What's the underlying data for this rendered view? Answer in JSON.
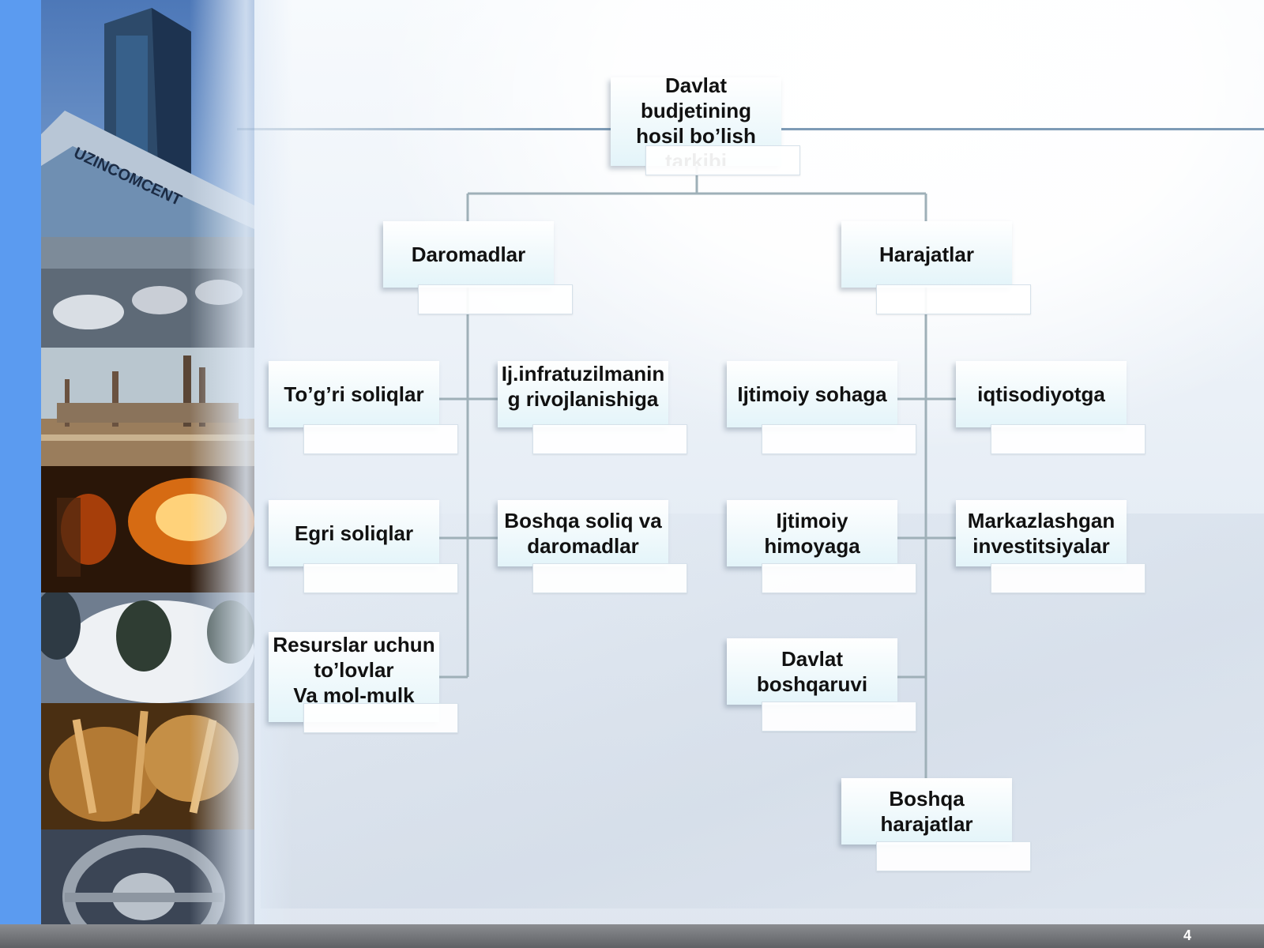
{
  "slide": {
    "page_number": "4",
    "photos": [
      {
        "icon": "office-tower-photo",
        "caption": "UZINCOMCENT"
      },
      {
        "icon": "oil-refinery-photo"
      },
      {
        "icon": "steel-furnace-photo"
      },
      {
        "icon": "cotton-photo"
      },
      {
        "icon": "wheat-photo"
      },
      {
        "icon": "steering-wheel-photo"
      }
    ]
  },
  "diagram": {
    "root": {
      "label": "Davlat budjetining hosil bo’lish tarkibi"
    },
    "revenue": {
      "header": "Daromadlar",
      "items": [
        "To’g’ri soliqlar",
        "Ij.infratuzilmaning rivojlanishiga",
        "Egri soliqlar",
        "Boshqa soliq va daromadlar",
        "Resurslar uchun to’lovlar\nVa mol-mulk"
      ]
    },
    "expenses": {
      "header": "Harajatlar",
      "items": [
        "Ijtimoiy sohaga",
        "iqtisodiyotga",
        "Ijtimoiy himoyaga",
        "Markazlashgan investitsiyalar",
        "Davlat boshqaruvi",
        "Boshqa harajatlar"
      ]
    }
  },
  "colors": {
    "connector": "#9fb0b8",
    "left_stripe": "#5b9bf0",
    "box_top": "#ffffff",
    "box_bottom": "#e3f4f9"
  }
}
